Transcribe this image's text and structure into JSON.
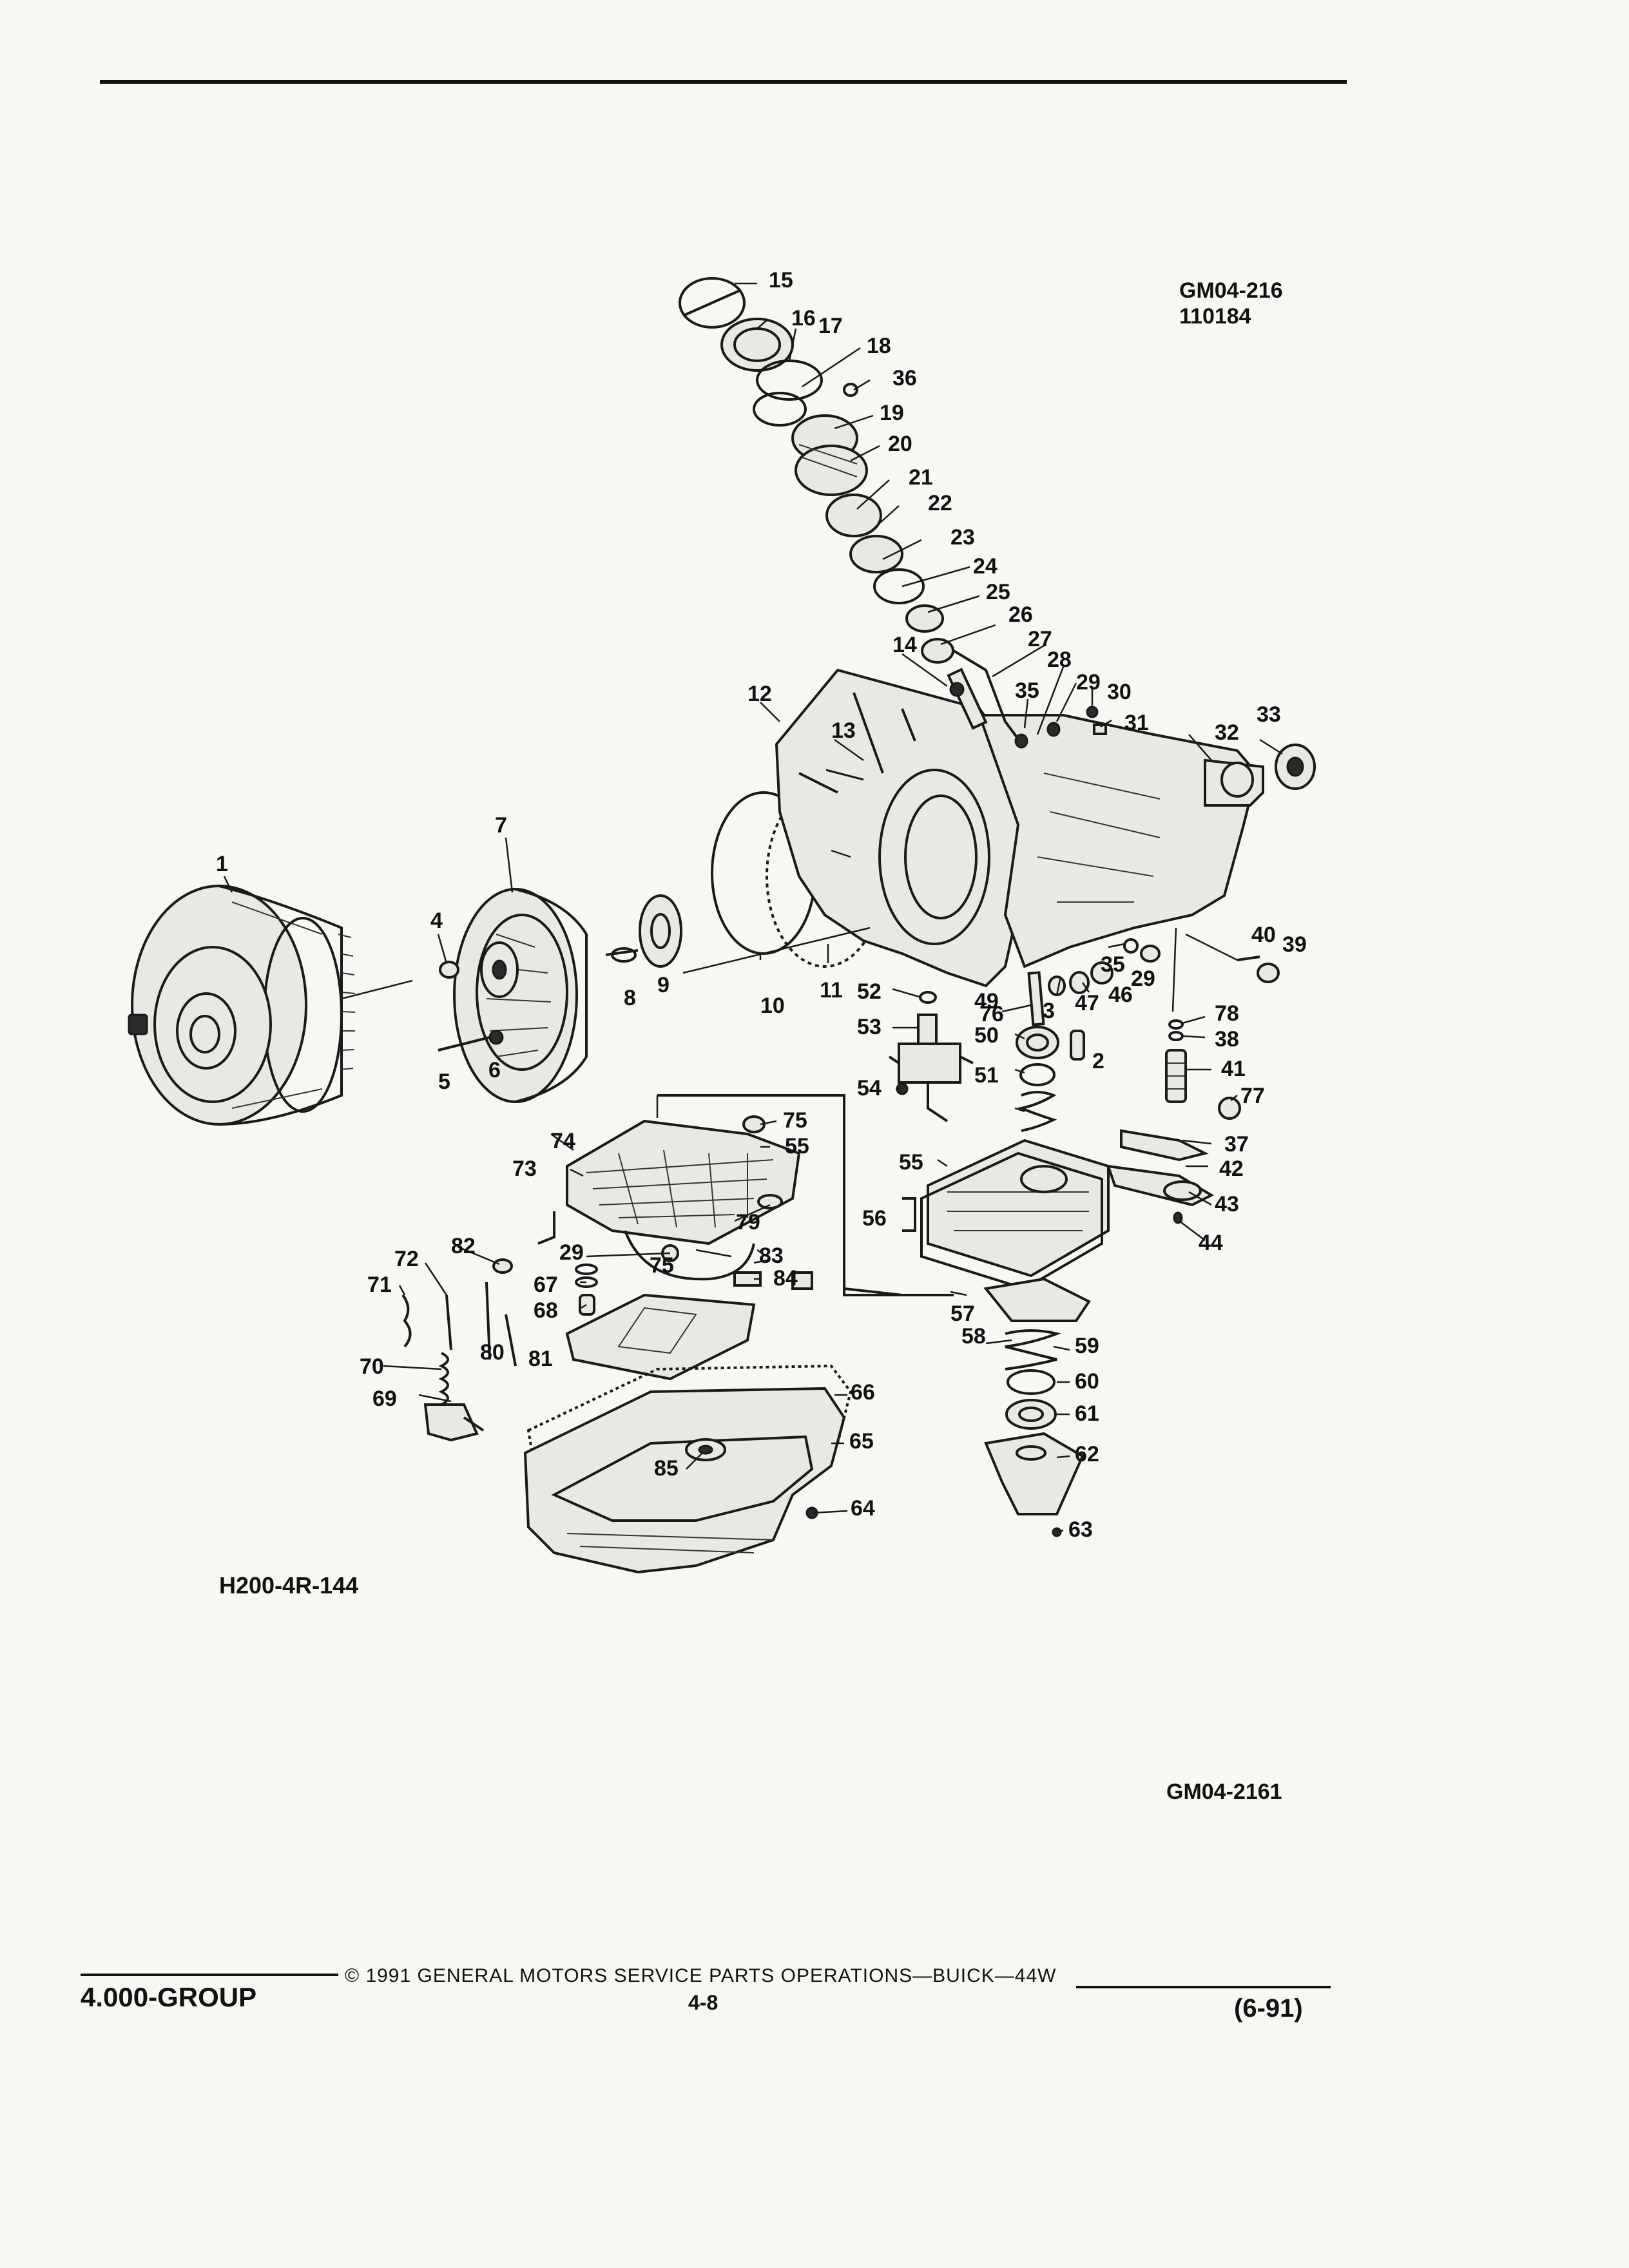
{
  "doc": {
    "ref_code_top": "GM04-216",
    "ref_number_top": "110184",
    "illustration_id": "H200-4R-144",
    "ref_code_bottom": "GM04-2161",
    "footer_left": "4.000-GROUP",
    "footer_center": "© 1991 GENERAL MOTORS SERVICE PARTS OPERATIONS—BUICK—44W",
    "page_number": "4-8",
    "footer_right": "(6-91)"
  },
  "callouts": [
    "1",
    "2",
    "3",
    "4",
    "5",
    "6",
    "7",
    "8",
    "9",
    "10",
    "11",
    "12",
    "13",
    "14",
    "15",
    "16",
    "17",
    "18",
    "19",
    "20",
    "21",
    "22",
    "23",
    "24",
    "25",
    "26",
    "27",
    "28",
    "29",
    "29",
    "29",
    "30",
    "31",
    "32",
    "33",
    "35",
    "35",
    "36",
    "37",
    "38",
    "39",
    "40",
    "41",
    "42",
    "43",
    "44",
    "46",
    "47",
    "49",
    "50",
    "51",
    "52",
    "53",
    "54",
    "55",
    "55",
    "56",
    "57",
    "58",
    "59",
    "60",
    "61",
    "62",
    "63",
    "64",
    "65",
    "66",
    "67",
    "68",
    "69",
    "70",
    "71",
    "72",
    "73",
    "74",
    "75",
    "75",
    "76",
    "77",
    "78",
    "79",
    "80",
    "81",
    "82",
    "83",
    "84",
    "85"
  ]
}
